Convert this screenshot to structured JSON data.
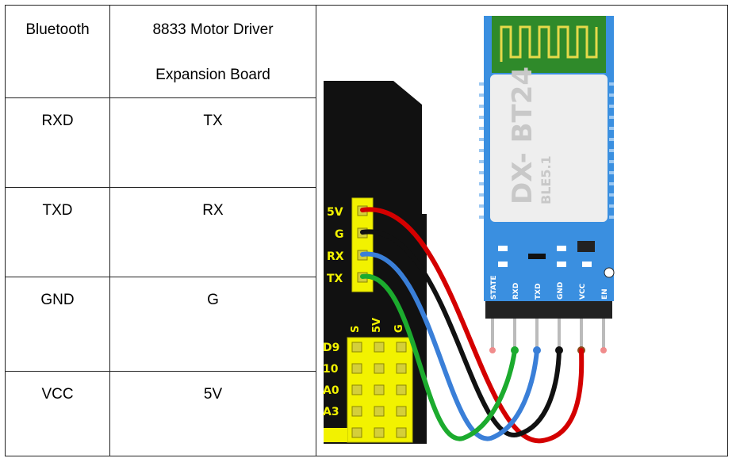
{
  "table": {
    "headers": {
      "bluetooth": "Bluetooth",
      "driver_line1": "8833 Motor Driver",
      "driver_line2": "Expansion Board"
    },
    "rows": [
      {
        "bluetooth": "RXD",
        "driver": "TX"
      },
      {
        "bluetooth": "TXD",
        "driver": "RX"
      },
      {
        "bluetooth": "GND",
        "driver": "G"
      },
      {
        "bluetooth": "VCC",
        "driver": "5V"
      }
    ]
  },
  "board": {
    "header_labels": [
      "5V",
      "G",
      "RX",
      "TX"
    ],
    "column_labels": [
      "S",
      "5V",
      "G"
    ],
    "row_labels": [
      "D9",
      "10",
      "A0",
      "A3"
    ]
  },
  "module": {
    "name": "DX- BT24",
    "version": "BLE5.1",
    "pins": [
      "STATE",
      "RXD",
      "TXD",
      "GND",
      "VCC",
      "EN"
    ]
  },
  "colors": {
    "board_black": "#111111",
    "header_yellow": "#f2f200",
    "module_blue": "#3a8fe0",
    "module_body": "#eeeeee",
    "antenna_green": "#2f8a2a",
    "wire_red": "#d40000",
    "wire_black": "#111111",
    "wire_blue": "#3a7fd8",
    "wire_green": "#1cab2e"
  }
}
